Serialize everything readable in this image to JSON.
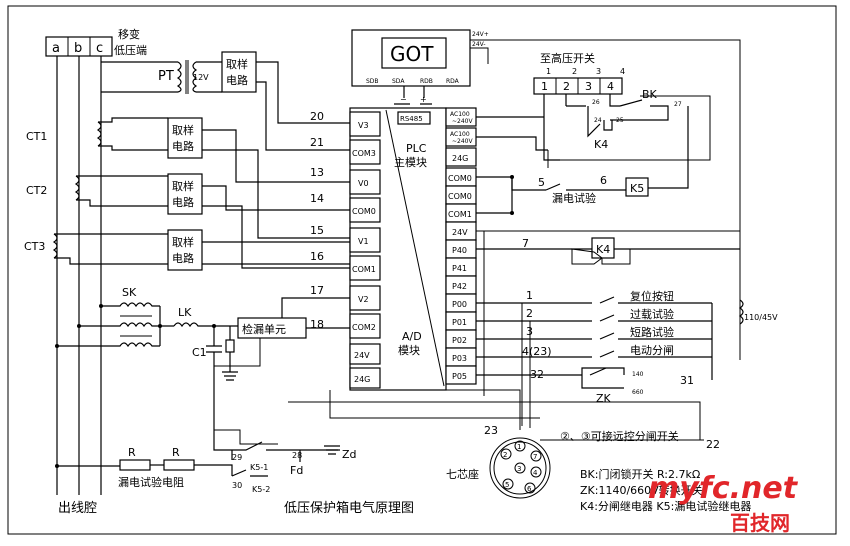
{
  "bus_labels": [
    "a",
    "b",
    "c"
  ],
  "transformer_label": [
    "移变",
    "低压端"
  ],
  "pt": {
    "label": "PT",
    "secondary": "12V"
  },
  "sampling_label": [
    "取样",
    "电路"
  ],
  "ct_labels": [
    "CT1",
    "CT2",
    "CT3"
  ],
  "sk_label": "SK",
  "lk_label": "LK",
  "c1_label": "C1",
  "leak_unit_label": "检漏单元",
  "got": {
    "title": "GOT",
    "ports": [
      "SDB",
      "SDA",
      "RDB",
      "RDA"
    ],
    "pins": [
      "24V+",
      "24V-"
    ]
  },
  "rs485": "RS485",
  "plc": {
    "title": [
      "PLC",
      "主模块"
    ],
    "ad": [
      "A/D",
      "模块"
    ],
    "left_ports": [
      "V3",
      "COM3",
      "V0",
      "COM0",
      "V1",
      "COM1",
      "V2",
      "COM2",
      "24V",
      "24G"
    ],
    "right_ports": [
      "AC100\n~240V",
      "AC100\n~240V",
      "24G",
      "COM0",
      "COM0",
      "COM1",
      "24V",
      "P40",
      "P41",
      "P42",
      "P00",
      "P01",
      "P02",
      "P03",
      "P05"
    ]
  },
  "ac_port": [
    "AC100",
    "~240V"
  ],
  "wire_numbers": [
    "20",
    "21",
    "13",
    "14",
    "15",
    "16",
    "17",
    "18"
  ],
  "hv_switch": {
    "title": "至高压开关",
    "nums": [
      "1",
      "2",
      "3",
      "4"
    ],
    "terms": [
      "1",
      "2",
      "3",
      "4"
    ]
  },
  "bk_label": "BK",
  "k4_label": "K4",
  "k5_label": "K5",
  "terminal_numbers": [
    "26",
    "27",
    "24",
    "25",
    "5",
    "6",
    "7",
    "1",
    "2",
    "3",
    "4(23)",
    "32",
    "31",
    "23",
    "22",
    "29",
    "28",
    "30",
    "140",
    "660"
  ],
  "leak_test_label": "漏电试验",
  "buttons": [
    "复位按钮",
    "过载试验",
    "短路试验",
    "电动分闸"
  ],
  "zk_label": "ZK",
  "transformer_110": "110/45V",
  "remote_note": "②、③可接远控分闸开关",
  "socket_label": "七芯座",
  "socket_pins": [
    "1",
    "2",
    "3",
    "4",
    "5",
    "6",
    "7"
  ],
  "legend": [
    "BK:门闭锁开关  R:2.7kΩ",
    "ZK:1140/660V转换开关",
    "K4:分闸继电器  K5:漏电试验继电器"
  ],
  "r_label": "R",
  "leak_resistor_label": "漏电试验电阻",
  "k51_label": "K5-1",
  "k52_label": "K5-2",
  "fd_label": "Fd",
  "zd_label": "Zd",
  "outlet_label": "出线腔",
  "title": "低压保护箱电气原理图",
  "watermark": [
    "myfc.net",
    "百技网"
  ],
  "colors": {
    "line": "#000000",
    "watermark": "#e1262a"
  }
}
